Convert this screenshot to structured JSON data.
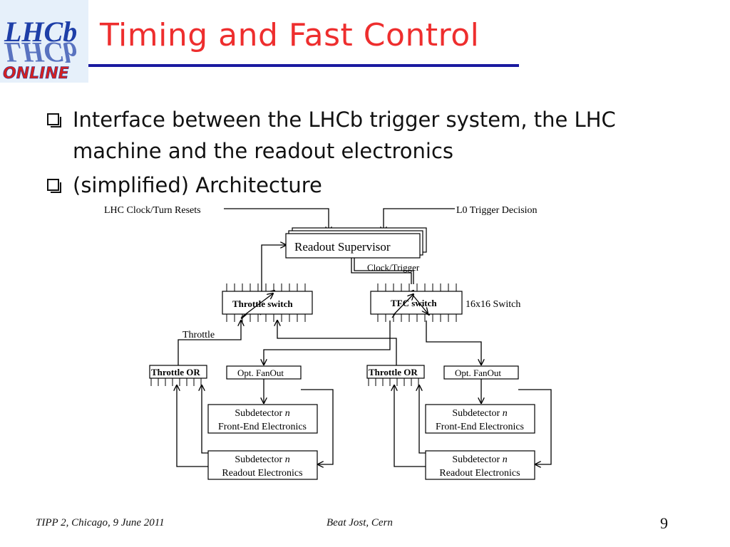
{
  "logo": {
    "text_top": "LHCb",
    "text_mirror": "LHCb",
    "text_bottom": "ONLINE"
  },
  "title": "Timing and Fast Control",
  "bullets": [
    {
      "text": "Interface between the LHCb trigger system, the LHC machine and the readout electronics"
    },
    {
      "text": "(simplified) Architecture"
    }
  ],
  "diagram": {
    "input_left": "LHC Clock/Turn Resets",
    "input_right": "L0 Trigger Decision",
    "readout_supervisor": "Readout Supervisor",
    "clock_trigger": "Clock/Trigger",
    "throttle_switch": "Throttle switch",
    "tfc_switch": "TFC switch",
    "switch_size": "16x16 Switch",
    "throttle": "Throttle",
    "throttle_or": "Throttle OR",
    "opt_fanout": "Opt. FanOut",
    "subdetector_prefix": "Subdetector ",
    "subdetector_n": "n",
    "front_end": "Front-End Electronics",
    "readout_electronics": "Readout Electronics"
  },
  "footer": {
    "left": "TIPP 2, Chicago, 9 June 2011",
    "center": "Beat Jost, Cern",
    "page": "9"
  },
  "colors": {
    "title": "#ee2e2e",
    "rule": "#1a1aa0",
    "logo_blue": "#1e3fa8",
    "logo_red": "#d42020",
    "logo_bg": "#e6f0fa"
  }
}
